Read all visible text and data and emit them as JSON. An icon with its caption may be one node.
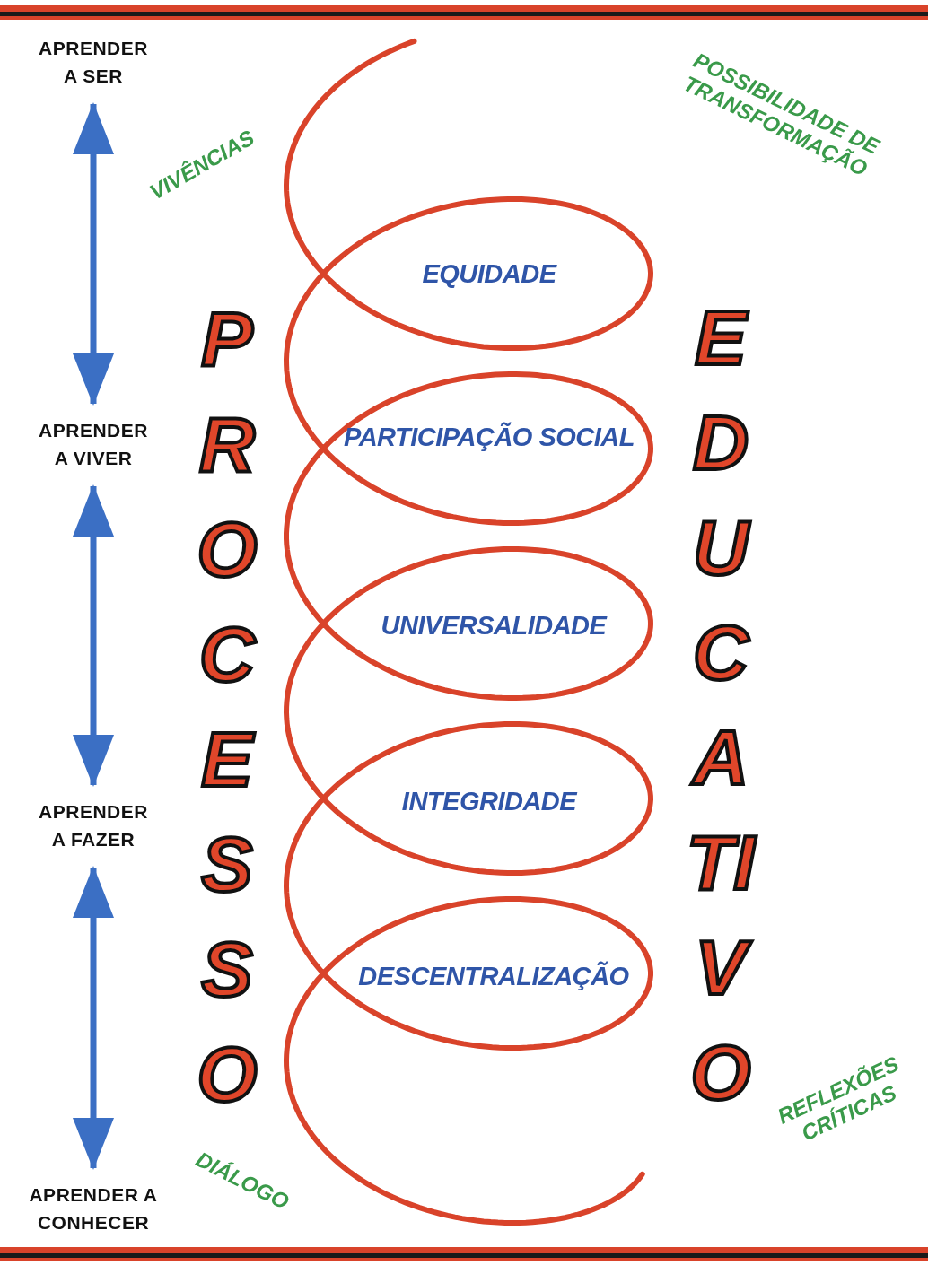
{
  "diagram": {
    "nodes": [
      {
        "text": [
          "APRENDER A SER"
        ]
      },
      {
        "text": [
          "APRENDER A VIVER"
        ]
      },
      {
        "text": [
          "APRENDER A FAZER"
        ]
      },
      {
        "text": [
          "APRENDER A CONHECER"
        ]
      }
    ],
    "edges": [
      {
        "from": 0,
        "to": 1,
        "arrow": "both"
      },
      {
        "from": 1,
        "to": 2,
        "arrow": "both"
      },
      {
        "from": 2,
        "to": 3,
        "arrow": "both"
      }
    ],
    "labels": [
      "VIVÊNCIAS",
      "POSSIBILIDADE DE TRANSFORMAÇÃO",
      "EQUIDADE",
      "PROCESSO",
      "EDUCATIVO",
      "PARTICIPAÇÃO SOCIAL",
      "UNIVERSALIDADE",
      "INTEGRIDADE",
      "DESCENTRALIZAÇÃO",
      "REFLEXÕES CRÍTICAS",
      "DIÁLOGO"
    ]
  }
}
